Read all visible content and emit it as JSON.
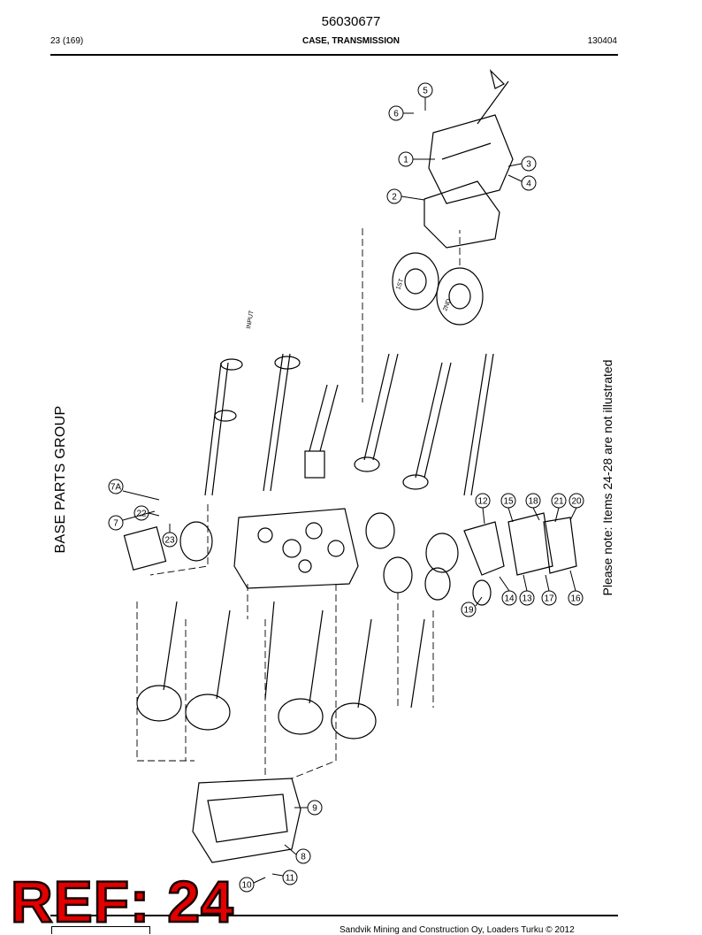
{
  "header": {
    "doc_number": "56030677",
    "page": "23 (169)",
    "section_title": "CASE, TRANSMISSION",
    "code": "130404"
  },
  "diagram": {
    "group_title": "BASE PARTS GROUP",
    "note": "Please note: Items 24-28 are not illustrated",
    "input_label": "INPUT",
    "gear_labels": [
      "1ST",
      "2ND"
    ],
    "callouts": [
      "1",
      "2",
      "3",
      "4",
      "5",
      "6",
      "7",
      "7A",
      "8",
      "9",
      "10",
      "11",
      "12",
      "13",
      "14",
      "15",
      "16",
      "17",
      "18",
      "19",
      "20",
      "21",
      "22",
      "23"
    ]
  },
  "stamp": {
    "ref_text": "REF: 24"
  },
  "footer": {
    "text": "Sandvik Mining and Construction Oy, Loaders Turku © 2012"
  }
}
